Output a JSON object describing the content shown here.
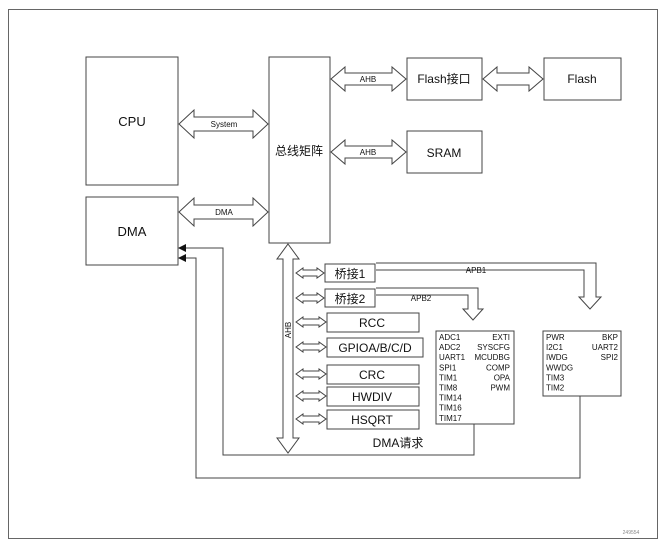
{
  "blocks": {
    "cpu": "CPU",
    "dma": "DMA",
    "bus_matrix": "总线矩阵",
    "flash_if": "Flash接口",
    "flash": "Flash",
    "sram": "SRAM",
    "bridge1": "桥接1",
    "bridge2": "桥接2",
    "rcc": "RCC",
    "gpio": "GPIOA/B/C/D",
    "crc": "CRC",
    "hwdiv": "HWDIV",
    "hsqrt": "HSQRT",
    "dma_request": "DMA请求"
  },
  "bus_labels": {
    "system": "System",
    "dma": "DMA",
    "ahb_flash": "AHB",
    "ahb_sram": "AHB",
    "ahb_vertical": "AHB",
    "apb1": "APB1",
    "apb2": "APB2"
  },
  "apb2_peripherals": {
    "left": [
      "ADC1",
      "ADC2",
      "UART1",
      "SPI1",
      "TIM1",
      "TIM8",
      "TIM14",
      "TIM16",
      "TIM17"
    ],
    "right": [
      "EXTI",
      "SYSCFG",
      "MCUDBG",
      "COMP",
      "OPA",
      "PWM"
    ]
  },
  "apb1_peripherals": {
    "left": [
      "PWR",
      "I2C1",
      "IWDG",
      "WWDG",
      "TIM3",
      "TIM2"
    ],
    "right": [
      "BKP",
      "UART2",
      "SPI2"
    ]
  },
  "figure_id": "249554"
}
